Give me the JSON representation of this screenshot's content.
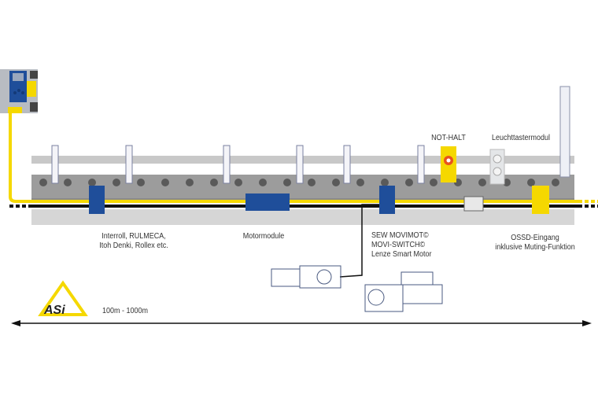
{
  "labels": {
    "rollers": [
      "Interroll, RULMECA,",
      "Itoh Denki, Rollex etc."
    ],
    "motormodule": "Motormodule",
    "sew": [
      "SEW MOVIMOT©",
      "MOVI-SWITCH©",
      "Lenze Smart Motor"
    ],
    "notHalt": "NOT-HALT",
    "leuchttaster": "Leuchttastermodul",
    "ossd": [
      "OSSD-Eingang",
      "inklusive Muting-Funktion"
    ],
    "distance": "100m - 1000m",
    "logo": "ASi"
  },
  "colors": {
    "asiYellow": "#f5d800",
    "cable": "#111111",
    "moduleBlue": "#1f4e9a",
    "conveyorFrame": "#9c9c9c",
    "conveyorTop": "#cfcfcf",
    "conveyorBase": "#d8d8d8"
  }
}
